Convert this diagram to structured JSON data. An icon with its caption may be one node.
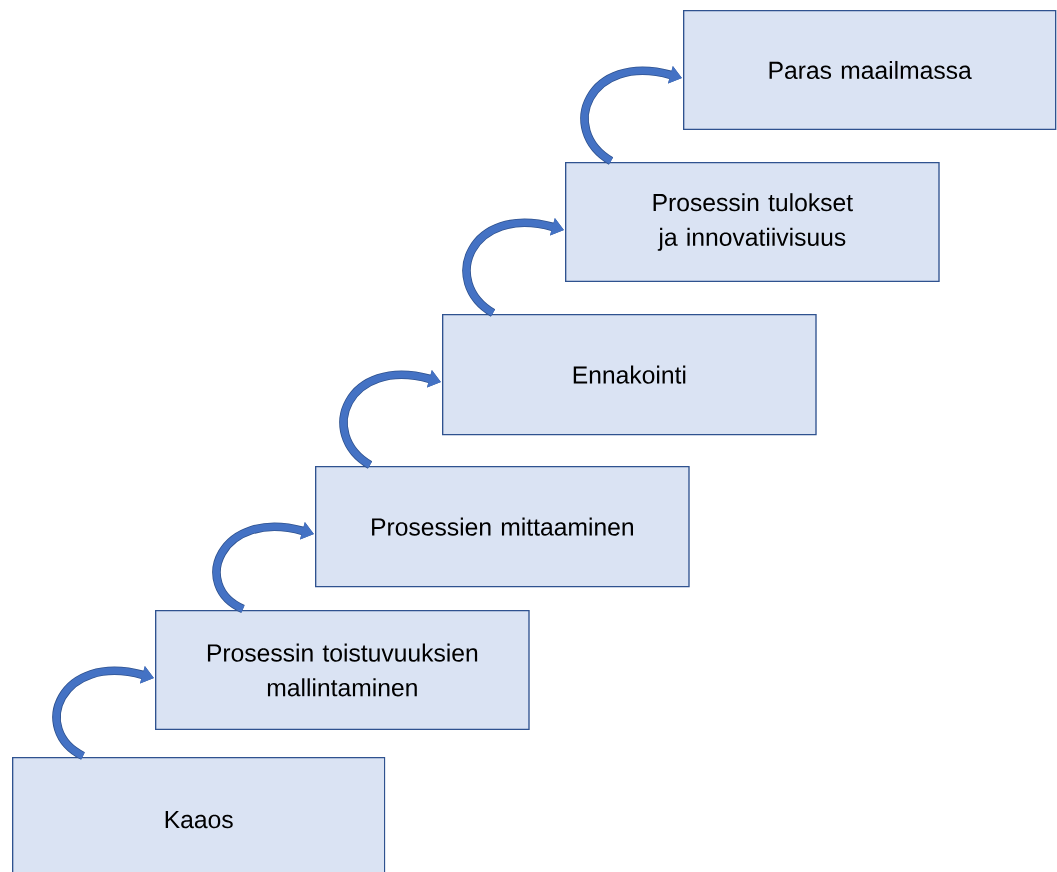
{
  "diagram": {
    "nodes": [
      {
        "text": [
          "Kaaos"
        ]
      },
      {
        "text": [
          "Prosessin toistuvuuksien mallintaminen"
        ]
      },
      {
        "text": [
          "Prosessien mittaaminen"
        ]
      },
      {
        "text": [
          "Ennakointi"
        ]
      },
      {
        "text": [
          "Prosessin tulokset ja innovatiivisuus"
        ]
      },
      {
        "text": [
          "Paras maailmassa"
        ]
      }
    ],
    "edges": [
      {
        "from": 0,
        "to": 1,
        "arrow": "to"
      },
      {
        "from": 1,
        "to": 2,
        "arrow": "to"
      },
      {
        "from": 2,
        "to": 3,
        "arrow": "to"
      },
      {
        "from": 3,
        "to": 4,
        "arrow": "to"
      },
      {
        "from": 4,
        "to": 5,
        "arrow": "to"
      }
    ]
  }
}
